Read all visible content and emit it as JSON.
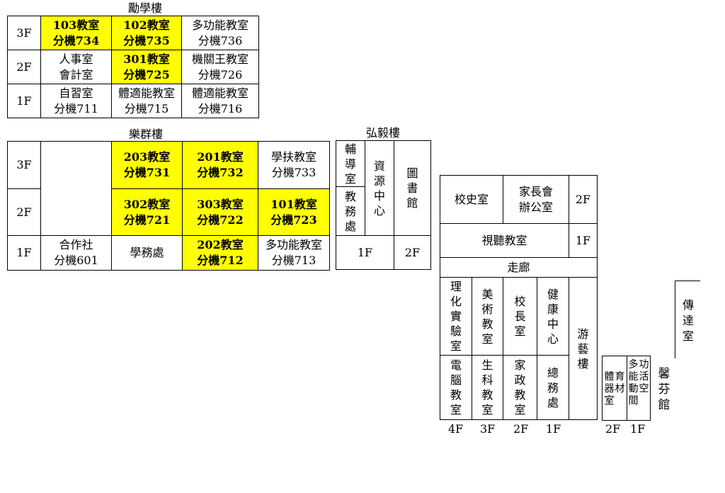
{
  "colors": {
    "highlight": "#ffff00",
    "line": "#000000"
  },
  "buildings": {
    "lixue": {
      "name": "勵學樓",
      "floors": [
        "3F",
        "2F",
        "1F"
      ],
      "cells": [
        [
          "103教室\n分機734",
          "102教室\n分機735",
          "多功能教室\n分機736"
        ],
        [
          "人事室\n會計室",
          "301教室\n分機725",
          "機關王教室\n分機726"
        ],
        [
          "自習室\n分機711",
          "體適能教室\n分機715",
          "體適能教室\n分機716"
        ]
      ]
    },
    "yequn": {
      "name": "樂群樓",
      "floors": [
        "3F",
        "2F",
        "1F"
      ],
      "r3": [
        "203教室\n分機731",
        "201教室\n分機732",
        "學扶教室\n分機733"
      ],
      "r2": [
        "302教室\n分機721",
        "303教室\n分機722",
        "101教室\n分機723"
      ],
      "r1": [
        "合作社\n分機601",
        "學務處",
        "202教室\n分機712",
        "多功能教室\n分機713"
      ]
    },
    "hongyi": {
      "name": "弘毅樓",
      "fudao": "輔\n導\n室",
      "jiaowu": "教\n務\n處",
      "ziyuan": "資\n源\n中\n心",
      "library": "圖\n書\n館",
      "floors": [
        "1F",
        "2F"
      ]
    },
    "east": {
      "xiaoshi": "校史室",
      "parents": "家長會\n辦公室",
      "f2": "2F",
      "video": "視聽教室",
      "f1": "1F",
      "corridor": "走廊",
      "top_row": [
        "理\n化\n實\n驗\n室",
        "美\n術\n教\n室",
        "校\n長\n室",
        "健\n康\n中\n心"
      ],
      "bottom_row": [
        "電\n腦\n教\n室",
        "生\n科\n教\n室",
        "家\n政\n教\n室",
        "總\n務\n處"
      ],
      "youyi": "游\n藝\n樓",
      "floors": [
        "4F",
        "3F",
        "2F",
        "1F"
      ]
    },
    "xinfen": {
      "tiyu": "體\n器\n室",
      "tiyu2": "育\n材",
      "duo": "多\n能\n動\n間",
      "duo2": "功\n活\n空",
      "name": "馨\n芬\n館",
      "floors": [
        "2F",
        "1F"
      ]
    },
    "chuanda": {
      "name": "傳\n達\n室"
    }
  }
}
